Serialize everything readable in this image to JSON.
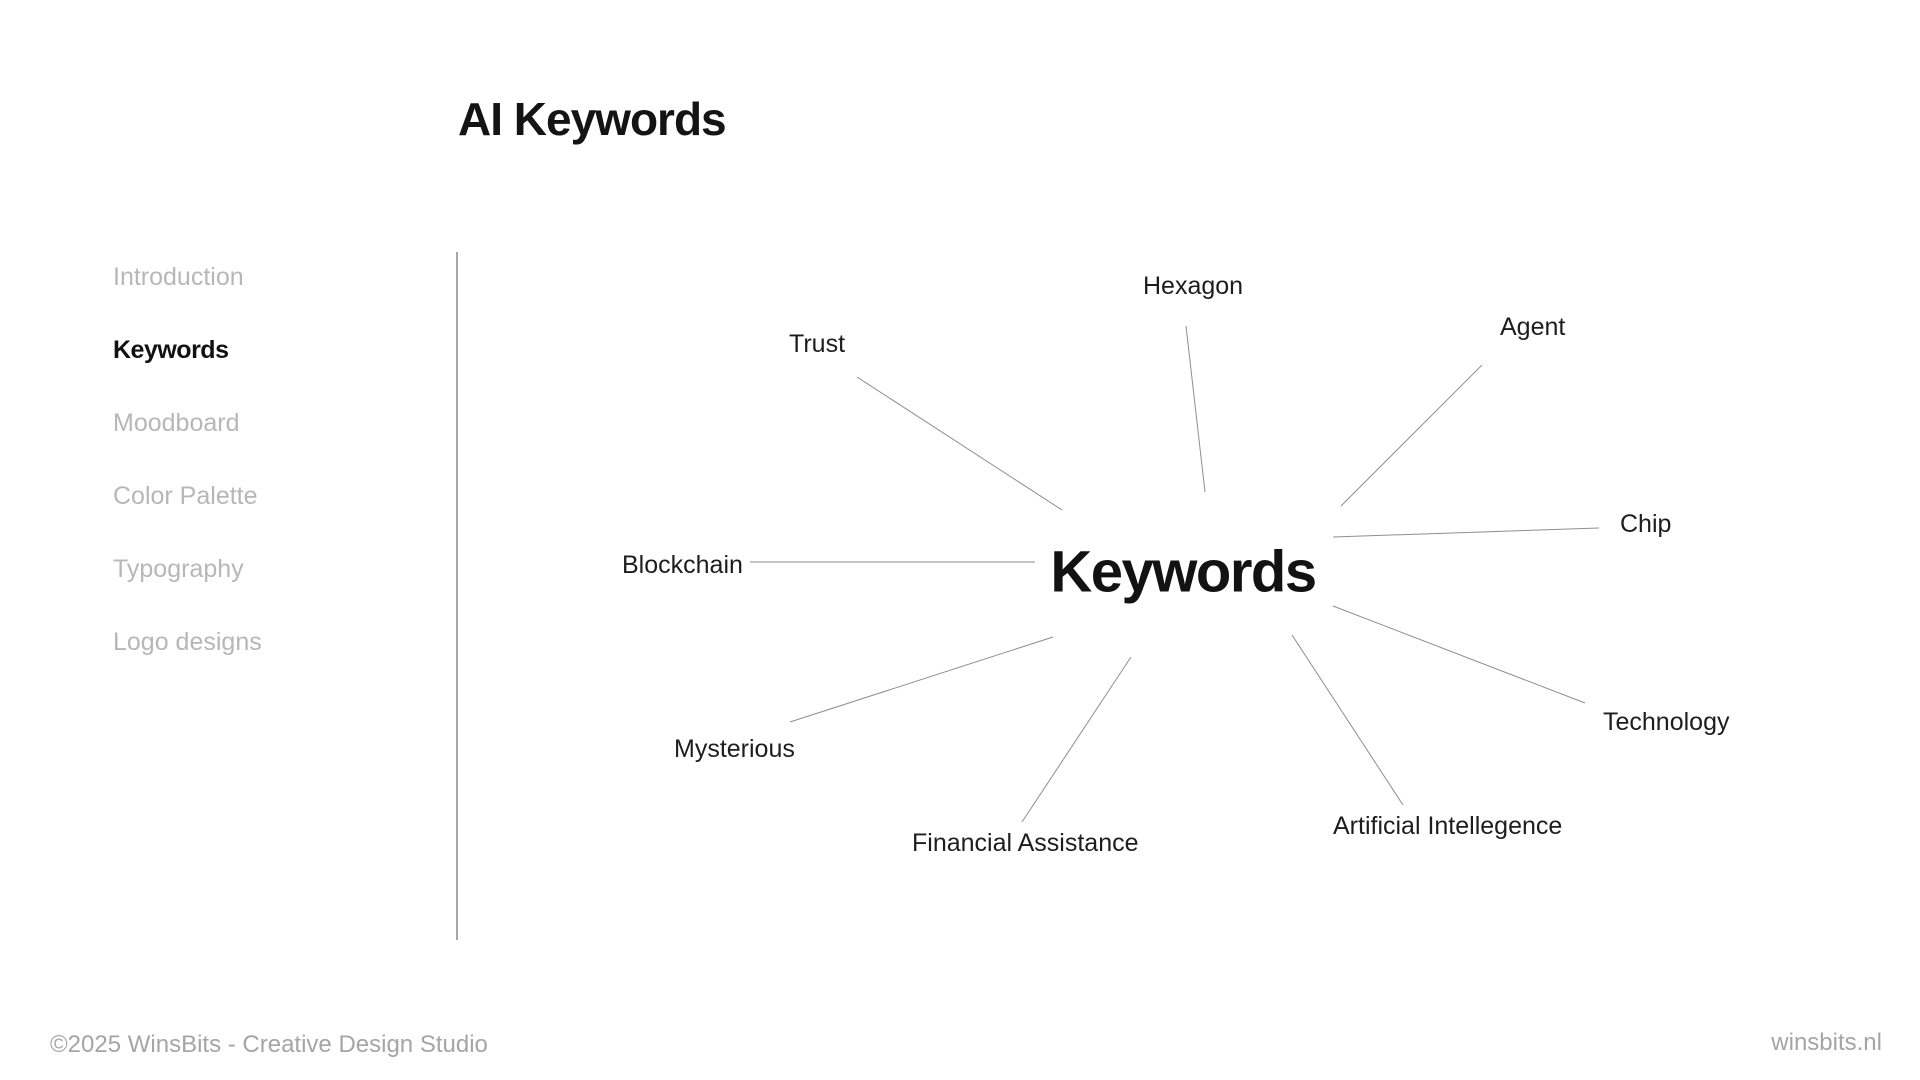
{
  "page": {
    "title": "AI Keywords"
  },
  "sidebar": {
    "items": [
      {
        "label": "Introduction",
        "active": false
      },
      {
        "label": "Keywords",
        "active": true
      },
      {
        "label": "Moodboard",
        "active": false
      },
      {
        "label": "Color Palette",
        "active": false
      },
      {
        "label": "Typography",
        "active": false
      },
      {
        "label": "Logo designs",
        "active": false
      }
    ]
  },
  "diagram": {
    "type": "mindmap",
    "center_label": "Keywords",
    "nodes": [
      {
        "label": "Hexagon"
      },
      {
        "label": "Agent"
      },
      {
        "label": "Trust"
      },
      {
        "label": "Chip"
      },
      {
        "label": "Blockchain"
      },
      {
        "label": "Technology"
      },
      {
        "label": "Mysterious"
      },
      {
        "label": "Financial Assistance"
      },
      {
        "label": "Artificial Intellegence"
      }
    ]
  },
  "footer": {
    "copyright": "©2025 WinsBits - Creative Design Studio",
    "website": "winsbits.nl"
  },
  "colors": {
    "background": "#ffffff",
    "text_primary": "#141414",
    "sidebar_muted": "#b7b7b7",
    "node_text": "#1d1d1d",
    "connector_line": "#8e8e8e",
    "divider": "#a6a6a6",
    "footer_text": "#a5a5a5"
  }
}
